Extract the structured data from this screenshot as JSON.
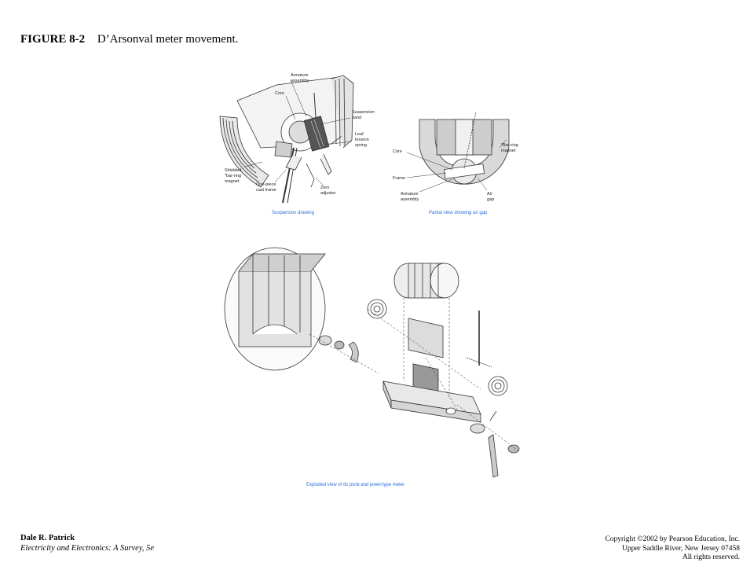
{
  "header": {
    "figure_number": "FIGURE 8-2",
    "figure_title": "D’Arsonval meter movement."
  },
  "suspension_drawing": {
    "caption": "Suspension drawing",
    "labels": {
      "armature": "Armature",
      "assembly": "assembly",
      "core": "Core",
      "suspension": "Suspension",
      "band": "band",
      "leaf": "Leaf",
      "tension": "tension",
      "spring": "spring",
      "shielded": "Shielded",
      "bar_ring": "*bar-ring",
      "magnet": "magnet",
      "one_piece": "One-piece",
      "cast_frame": "cast frame",
      "zero": "Zero",
      "adjuster": "adjuster"
    }
  },
  "partial_view": {
    "caption": "Partial view showing air gap",
    "labels": {
      "core": "Core",
      "frame": "Frame",
      "armature": "Armature",
      "assembly": "assembly",
      "bar_ring": "*Bar-ring",
      "magnet": "magnet",
      "air": "Air",
      "gap": "gap"
    }
  },
  "exploded_view": {
    "caption": "Exploded view of dc pivot and jewel-type meter"
  },
  "footer": {
    "author": "Dale R. Patrick",
    "book": "Electricity and Electronics: A Survey, 5e",
    "copyright": "Copyright ©2002 by Pearson Education, Inc.",
    "address": "Upper Saddle River, New Jersey 07458",
    "rights": "All rights reserved."
  }
}
